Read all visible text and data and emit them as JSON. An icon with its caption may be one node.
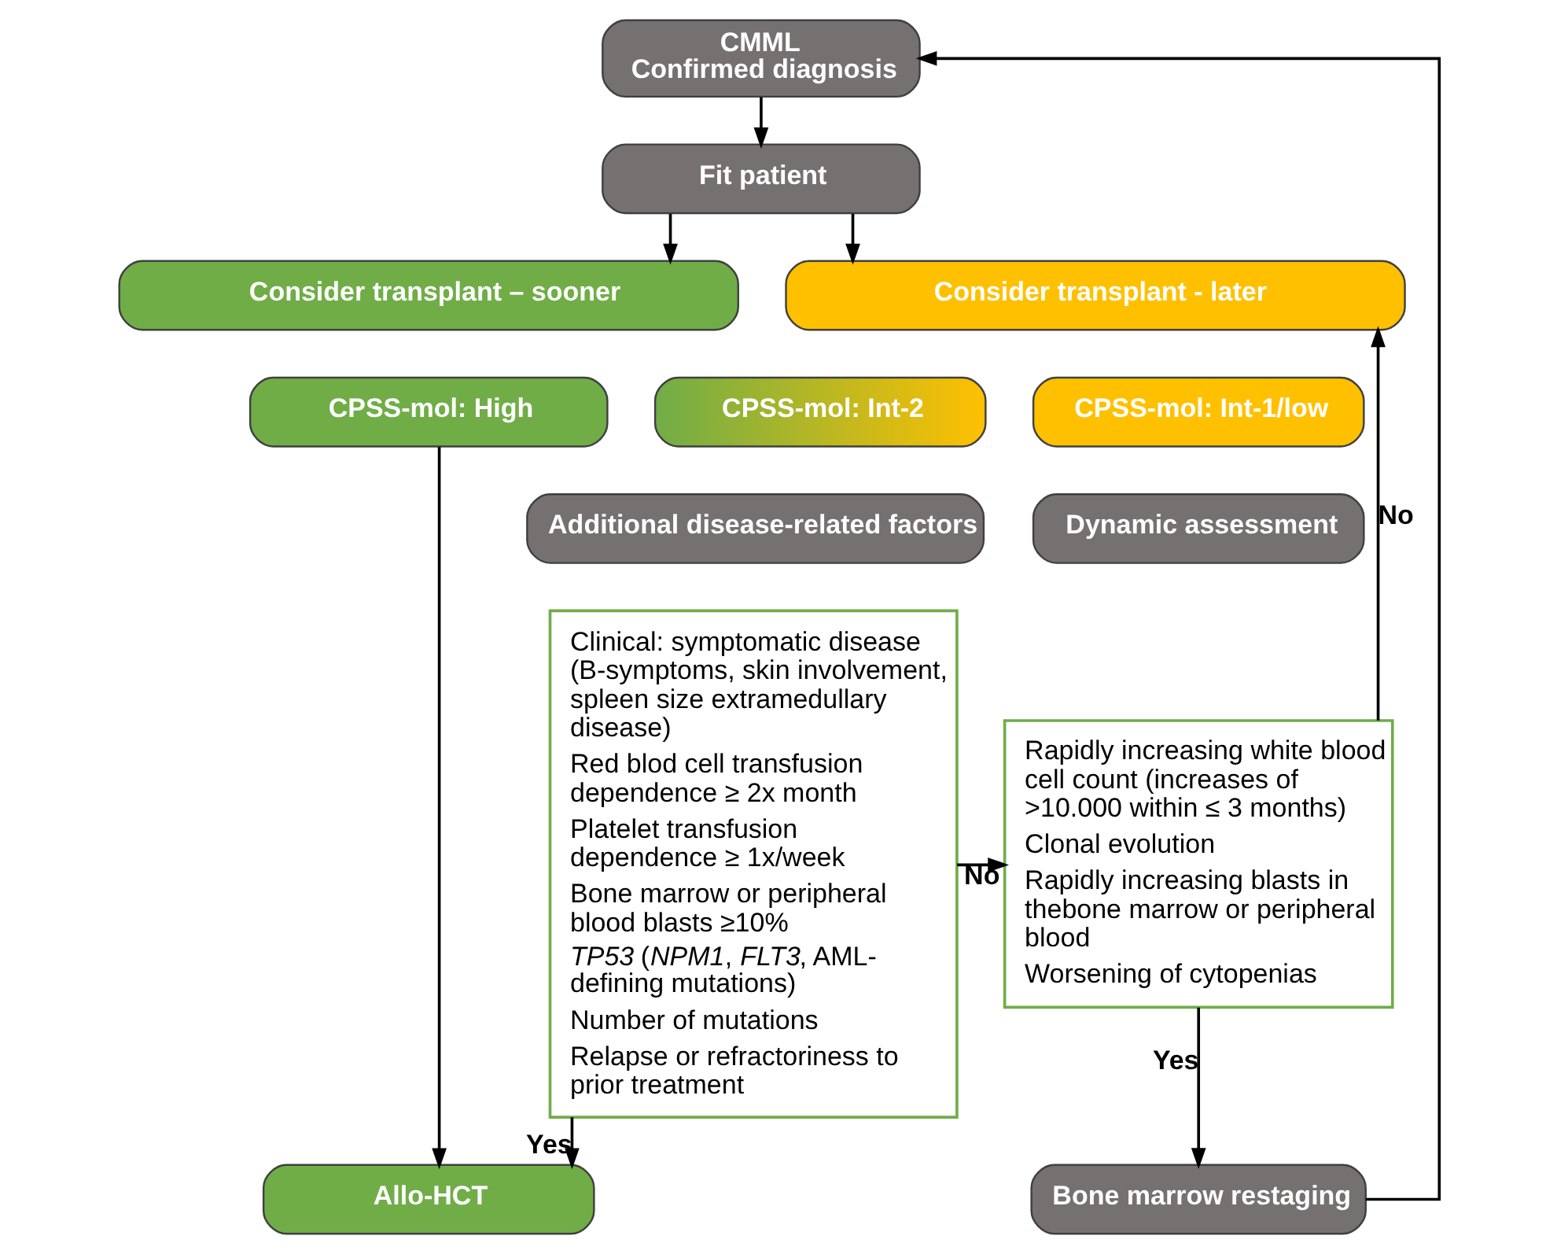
{
  "diagram": {
    "nodes": [
      {
        "text": [
          "CMML",
          "Confirmed diagnosis"
        ]
      },
      {
        "text": [
          "Fit patient"
        ]
      },
      {
        "text": [
          "Consider transplant – sooner"
        ]
      },
      {
        "text": [
          "Consider transplant - later"
        ]
      },
      {
        "text": [
          "CPSS-mol: High"
        ]
      },
      {
        "text": [
          "CPSS-mol: Int-2"
        ]
      },
      {
        "text": [
          "CPSS-mol: Int-1/low"
        ]
      },
      {
        "text": [
          "Additional disease-related factors"
        ]
      },
      {
        "text": [
          "Clinical: symptomatic disease (B-symptoms, skin involvement, spleen size extramedullary disease)",
          "Red blod cell transfusion dependence ≥ 2x month",
          "Platelet transfusion dependence ≥ 1x/week",
          "Bone marrow or peripheral blood blasts ≥10%",
          "*TP53* (*NPM1*, *FLT3*, AML-defining mutations)",
          "Number of mutations",
          "Relapse or refractoriness to prior treatment"
        ]
      },
      {
        "text": [
          "Dynamic assessment"
        ]
      },
      {
        "text": [
          "Rapidly increasing white blood cell count (increases of >10.000 within ≤ 3 months)",
          "Clonal evolution",
          "Rapidly increasing blasts in thebone marrow or peripheral blood",
          "Worsening of cytopenias"
        ]
      },
      {
        "text": [
          "Allo-HCT"
        ]
      },
      {
        "text": [
          "Bone marrow restaging"
        ]
      }
    ],
    "edges": [
      {
        "from": 0,
        "to": 1,
        "arrow": "to"
      },
      {
        "from": 1,
        "to": 2,
        "arrow": "to"
      },
      {
        "from": 1,
        "to": 3,
        "arrow": "to"
      },
      {
        "from": 4,
        "to": 11,
        "arrow": "to"
      },
      {
        "from": 8,
        "to": 11,
        "arrow": "to",
        "label": "Yes"
      },
      {
        "from": 8,
        "to": 10,
        "arrow": "to",
        "label": "No"
      },
      {
        "from": 10,
        "to": 12,
        "arrow": "to",
        "label": "Yes"
      },
      {
        "from": 10,
        "to": 3,
        "arrow": "to",
        "label": "No"
      },
      {
        "from": 12,
        "to": 0,
        "arrow": "to"
      }
    ]
  }
}
